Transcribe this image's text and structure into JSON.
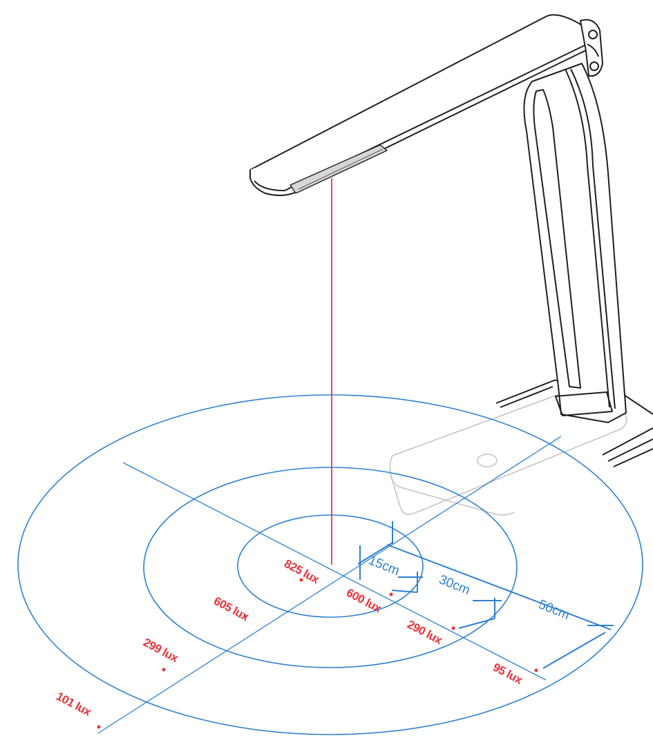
{
  "colors": {
    "outline": "#1e1e1e",
    "illuminance_lines": "#2d7fd0",
    "lux_text": "#e8333c",
    "center_beam": "#e8333c",
    "base_ghost": "#c8c8c8"
  },
  "distance_labels": {
    "r15": "15cm",
    "r30": "30cm",
    "r50": "50cm"
  },
  "lux_left": {
    "center": "825 lux",
    "ring1": "605 lux",
    "ring2": "299 lux",
    "ring3": "101 lux"
  },
  "lux_right": {
    "ring1": "600 lux",
    "ring2": "290 lux",
    "ring3": "95 lux"
  }
}
